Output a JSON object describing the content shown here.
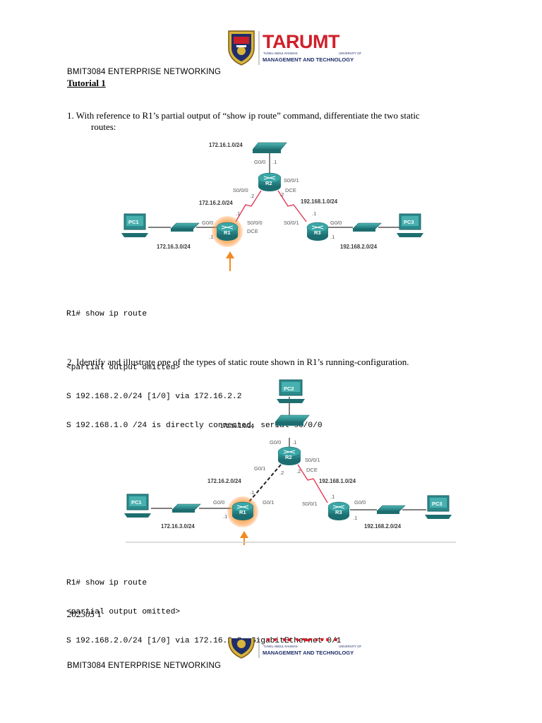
{
  "header": {
    "logo": {
      "brand": "TARUMT",
      "line1_left": "TUNKU ABDUL RAHMAN",
      "line1_right": "UNIVERSITY OF",
      "line2": "MANAGEMENT AND TECHNOLOGY",
      "colors": {
        "red": "#d0202a",
        "navy": "#1f2e6b"
      }
    },
    "course": "BMIT3084 ENTERPRISE NETWORKING",
    "tutorial": "Tutorial 1"
  },
  "question1": {
    "text_line1": "1. With reference to R1’s partial output of “show ip route” command, differentiate the two static",
    "text_line2": "routes:",
    "diagram": {
      "lan_top": "172.16.1.0/24",
      "r2_g00": "G0/0",
      "r2_g00_host": ".1",
      "r2_s000": "S0/0/0",
      "r2_s001": "S0/0/1",
      "r2_host_left": ".2",
      "r2_host_right": ".2",
      "r2_dce": "DCE",
      "link_left": "172.16.2.0/24",
      "link_right": "192.168.1.0/24",
      "r1_host_top": ".1",
      "r1_g00": "G0/0",
      "r1_s000": "S0/0/0",
      "r1_dce": "DCE",
      "r1_host_g": ".1",
      "r3_host_top": ".1",
      "r3_s001": "S0/0/1",
      "r3_g00": "G0/0",
      "r3_host_g": ".1",
      "lan_left": "172.16.3.0/24",
      "lan_right": "192.168.2.0/24",
      "pc1": "PC1",
      "pc3": "PC3",
      "r1": "R1",
      "r2": "R2",
      "r3": "R3"
    },
    "output": [
      "R1# show ip route",
      "",
      "<partial output omitted>",
      "S 192.168.2.0/24 [1/0] via 172.16.2.2",
      "S 192.168.1.0 /24 is directly connected, serial s0/0/0"
    ]
  },
  "question2": {
    "text": "2. Identify and illustrate one of the types of static route shown in R1’s running-configuration.",
    "diagram": {
      "pc2": "PC2",
      "lan_top": "172.16.1.0/24",
      "r2_g00": "G0/0",
      "r2_g00_host": ".1",
      "r2_g01": "G0/1",
      "r2_s001": "S0/0/1",
      "r2_host_left": ".2",
      "r2_host_right": ".2",
      "r2_dce": "DCE",
      "link_left": "172.16.2.0/24",
      "link_right": "192.168.1.0/24",
      "r1_host_top": ".1",
      "r1_g00": "G0/0",
      "r1_g01": "G0/1",
      "r1_host_g": ".1",
      "r3_host_top": ".1",
      "r3_s001": "S0/0/1",
      "r3_g00": "G0/0",
      "r3_host_g": ".1",
      "lan_left": "172.16.3.0/24",
      "lan_right": "192.168.2.0/24",
      "pc1": "PC1",
      "pc3": "PC3",
      "r1": "R1",
      "r2": "R2",
      "r3": "R3"
    },
    "output": [
      "R1# show ip route",
      "<partial output omitted>",
      "S 192.168.2.0/24 [1/0] via 172.16.2.2, GigabitEthernet 0/1"
    ]
  },
  "footer": {
    "code_italic": "202305",
    "page": "1",
    "course": "BMIT3084 ENTERPRISE NETWORKING"
  }
}
